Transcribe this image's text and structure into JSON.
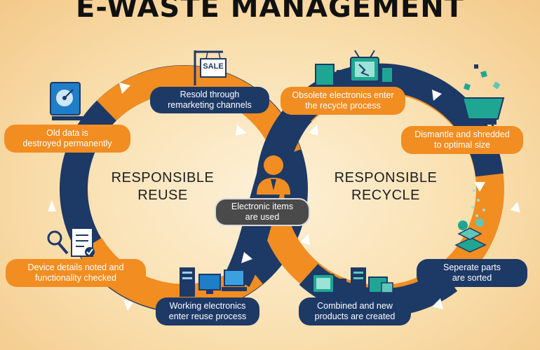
{
  "title": "E-WASTE MANAGEMENT",
  "center": {
    "reuse": [
      "RESPONSIBLE",
      "REUSE"
    ],
    "recycle": [
      "RESPONSIBLE",
      "RECYCLE"
    ],
    "used": [
      "Electronic items",
      "are used"
    ]
  },
  "steps": {
    "resold": [
      "Resold through",
      "remarketing channels"
    ],
    "old_data": [
      "Old data is",
      "destroyed permanently"
    ],
    "device_details": [
      "Device details noted and",
      "functionality checked"
    ],
    "working": [
      "Working electronics",
      "enter reuse process"
    ],
    "obsolete": [
      "Obsolete electronics enter",
      "the recycle process"
    ],
    "dismantle": [
      "Dismantle and shredded",
      "to optimal size"
    ],
    "separate": [
      "Seperate parts",
      "are sorted"
    ],
    "combined": [
      "Combined and new",
      "products are created"
    ]
  },
  "sign_text": "SALE",
  "colors": {
    "navy": "#1d3966",
    "orange": "#f28d22",
    "gray": "#4a4a4a",
    "teal": "#1fa693"
  },
  "icons": [
    "sale-sign-icon",
    "hard-drive-icon",
    "checklist-icon",
    "computers-icon",
    "obsolete-electronics-icon",
    "shredder-icon",
    "sorted-parts-icon",
    "new-products-icon",
    "person-headset-icon"
  ]
}
